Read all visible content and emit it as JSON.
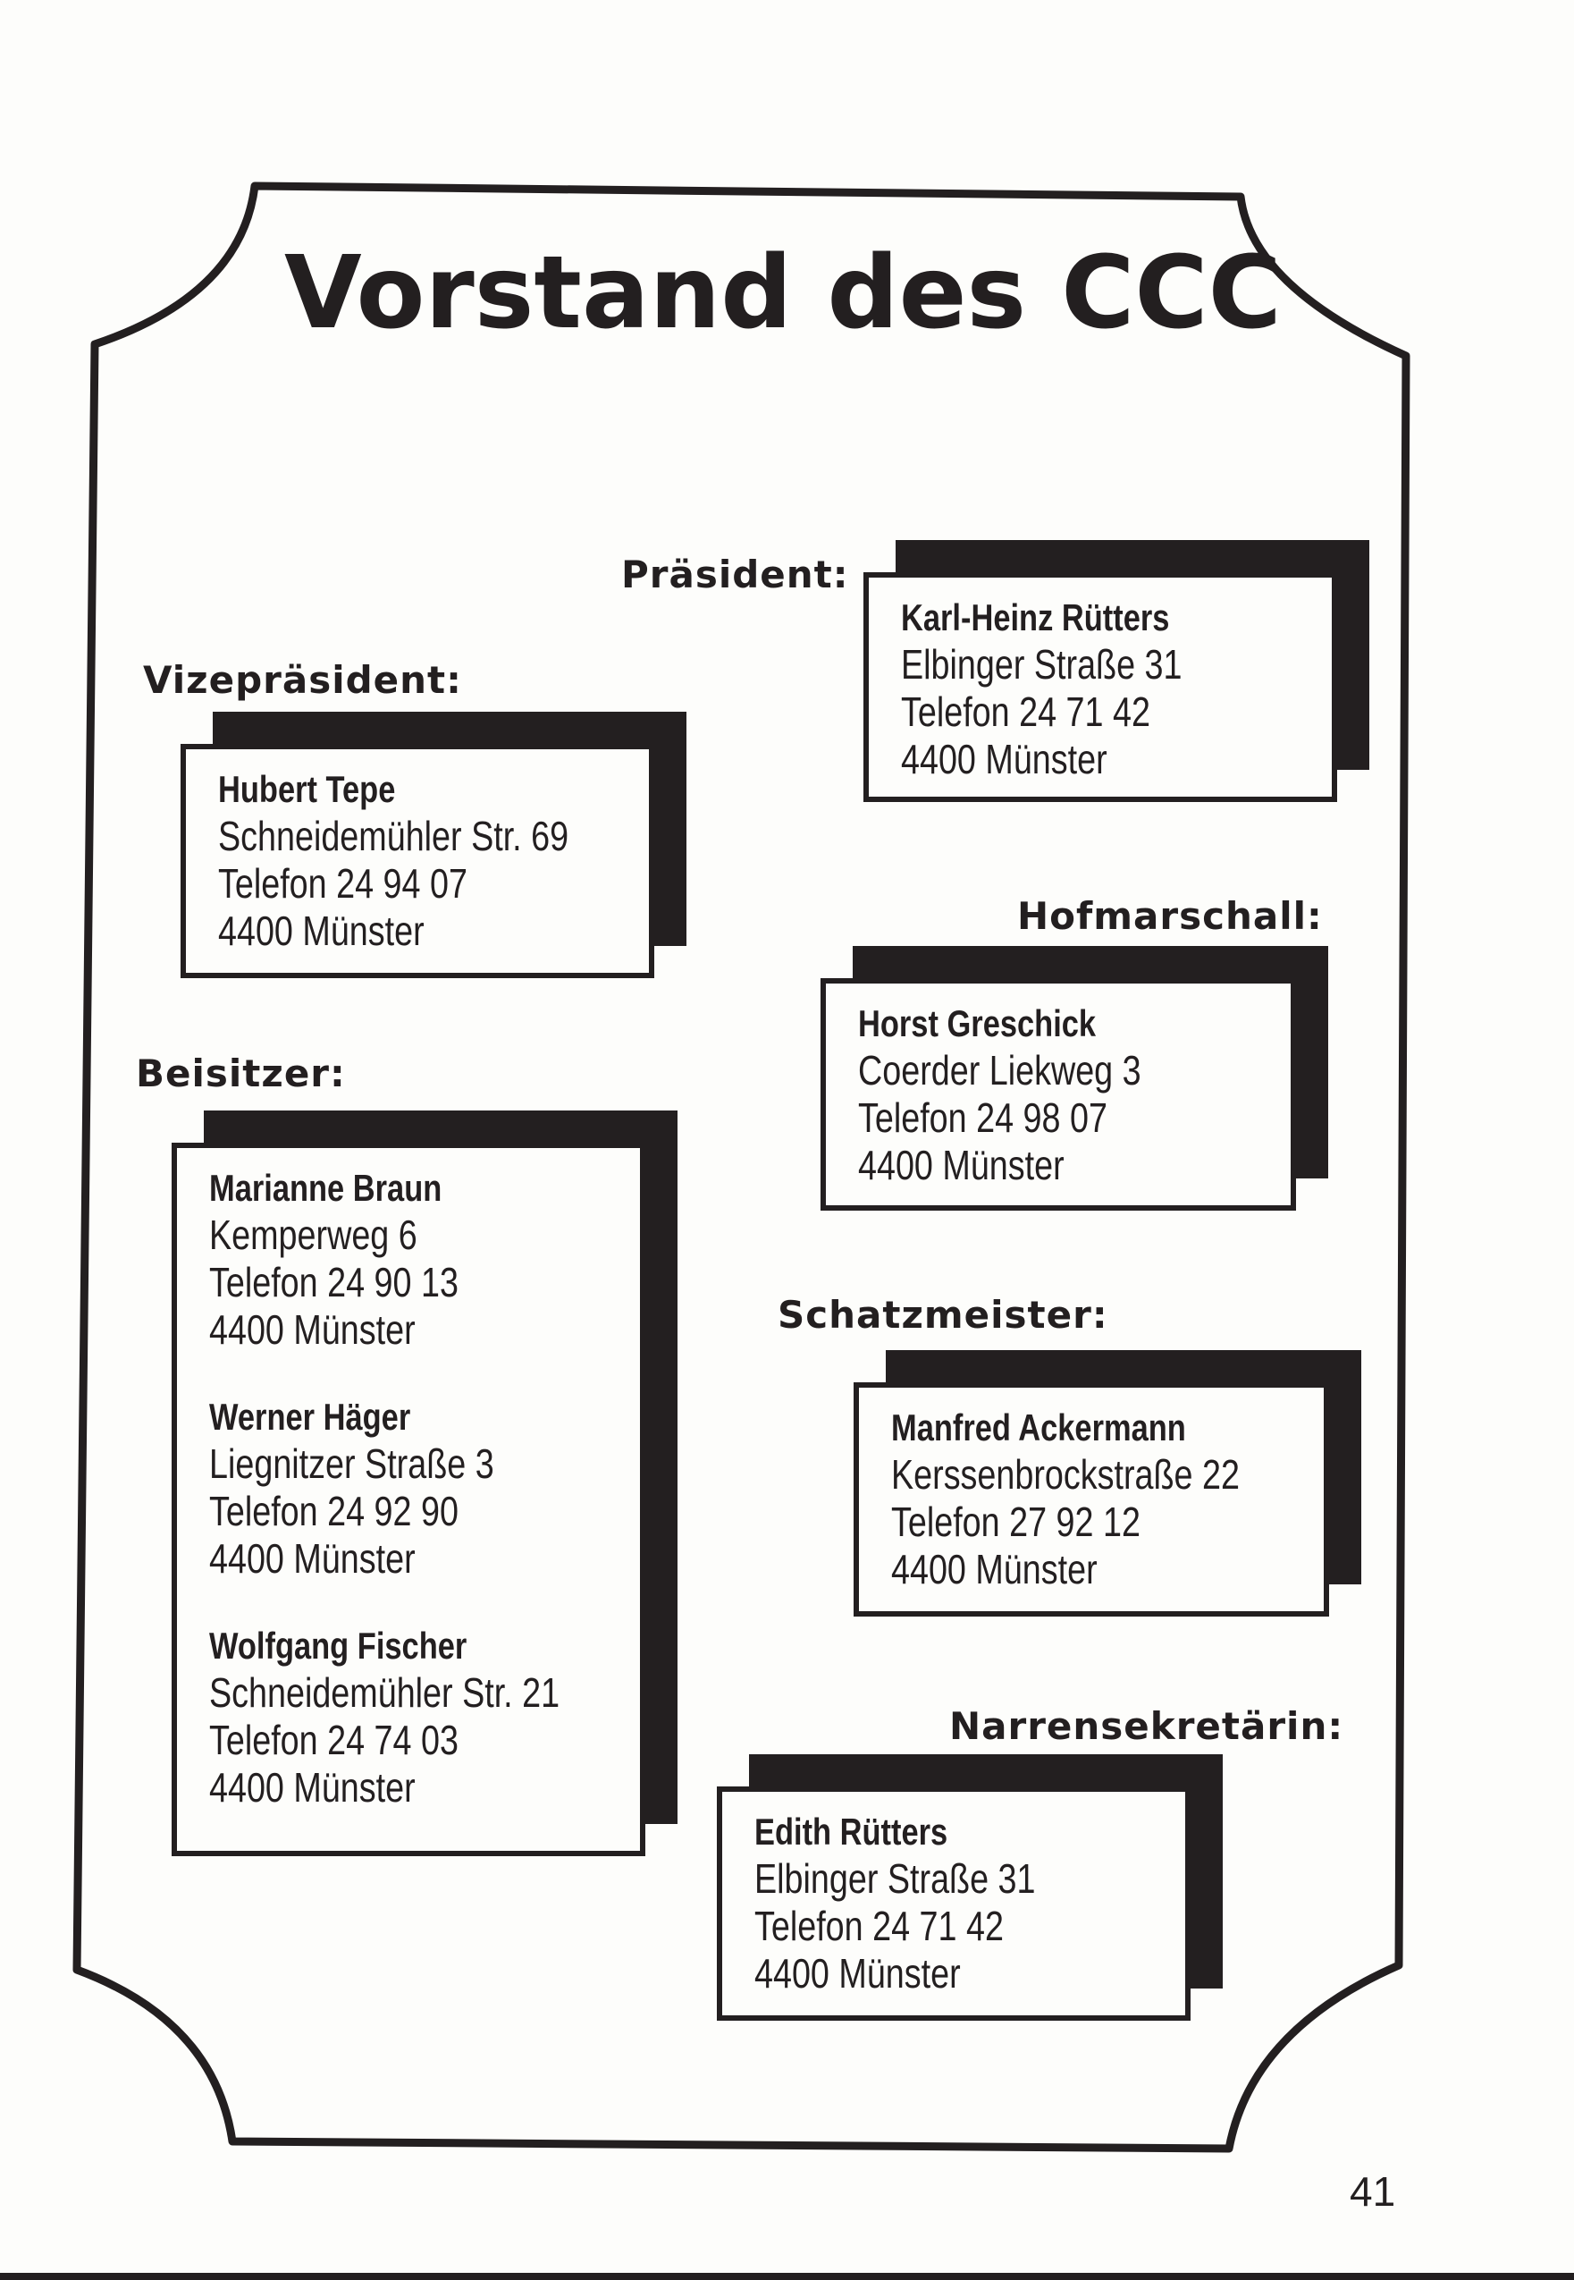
{
  "page": {
    "title": "Vorstand des CCC",
    "page_number": "41"
  },
  "roles": {
    "praesident": "Präsident:",
    "vizepraesident": "Vizepräsident:",
    "hofmarschall": "Hofmarschall:",
    "beisitzer": "Beisitzer:",
    "schatzmeister": "Schatzmeister:",
    "narrensekretaerin": "Narrensekretärin:"
  },
  "praesident": {
    "name": "Karl-Heinz Rütters",
    "street": "Elbinger Straße 31",
    "phone": "Telefon 24 71 42",
    "city": "4400 Münster"
  },
  "vizepraesident": {
    "name": "Hubert Tepe",
    "street": "Schneidemühler Str. 69",
    "phone": "Telefon 24 94 07",
    "city": "4400 Münster"
  },
  "hofmarschall": {
    "name": "Horst Greschick",
    "street": "Coerder Liekweg 3",
    "phone": "Telefon 24 98 07",
    "city": "4400 Münster"
  },
  "beisitzer": [
    {
      "name": "Marianne Braun",
      "street": "Kemperweg 6",
      "phone": "Telefon 24 90 13",
      "city": "4400 Münster"
    },
    {
      "name": "Werner Häger",
      "street": "Liegnitzer Straße 3",
      "phone": "Telefon 24 92 90",
      "city": "4400 Münster"
    },
    {
      "name": "Wolfgang Fischer",
      "street": "Schneidemühler Str. 21",
      "phone": "Telefon 24 74 03",
      "city": "4400 Münster"
    }
  ],
  "schatzmeister": {
    "name": "Manfred Ackermann",
    "street": "Kerssenbrockstraße 22",
    "phone": "Telefon 27 92 12",
    "city": "4400 Münster"
  },
  "narrensekretaerin": {
    "name": "Edith Rütters",
    "street": "Elbinger Straße 31",
    "phone": "Telefon 24 71 42",
    "city": "4400 Münster"
  }
}
